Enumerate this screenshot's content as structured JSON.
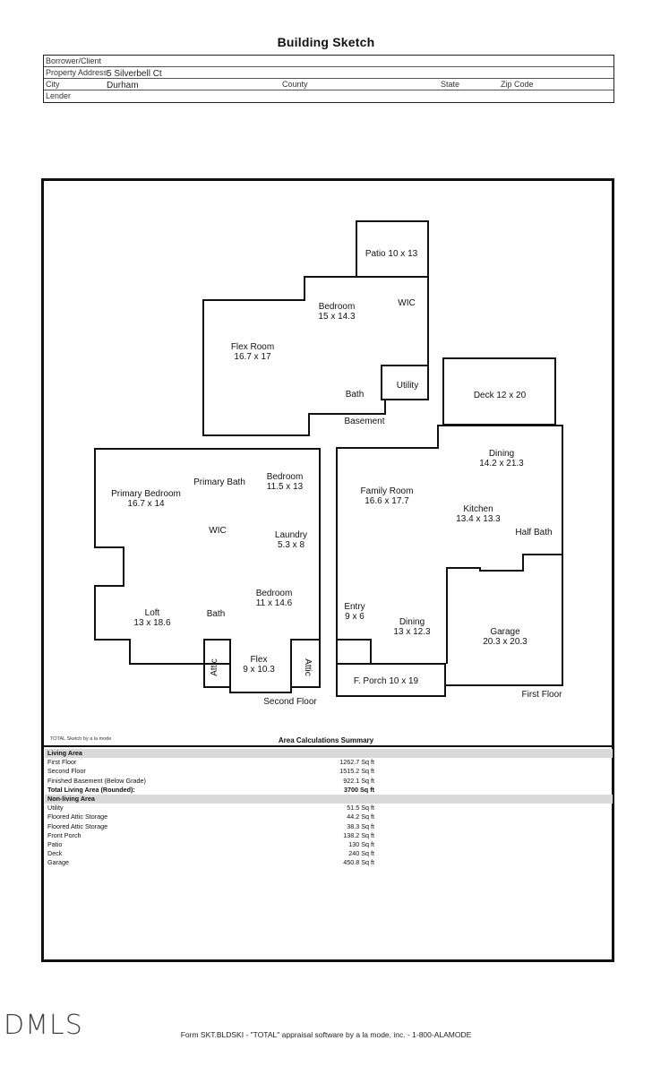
{
  "header": {
    "title": "Building Sketch"
  },
  "info": {
    "borrower_label": "Borrower/Client",
    "borrower_value": "",
    "address_label": "Property Address",
    "address_value": "5 Silverbell Ct",
    "city_label": "City",
    "city_value": "Durham",
    "county_label": "County",
    "state_label": "State",
    "zip_label": "Zip Code",
    "lender_label": "Lender"
  },
  "sketch": {
    "rooms": [
      {
        "id": "patio",
        "lines": [
          "Patio 10 x 13"
        ]
      },
      {
        "id": "bedroom-basement",
        "lines": [
          "Bedroom",
          "15 x 14.3"
        ]
      },
      {
        "id": "wic-basement",
        "lines": [
          "WIC"
        ]
      },
      {
        "id": "flex-room",
        "lines": [
          "Flex Room",
          "16.7 x 17"
        ]
      },
      {
        "id": "utility",
        "lines": [
          "Utility"
        ]
      },
      {
        "id": "bath-basement",
        "lines": [
          "Bath"
        ]
      },
      {
        "id": "deck",
        "lines": [
          "Deck 12 x 20"
        ]
      },
      {
        "id": "basement-label",
        "lines": [
          "Basement"
        ]
      },
      {
        "id": "primary-bedroom",
        "lines": [
          "Primary Bedroom",
          "16.7 x 14"
        ]
      },
      {
        "id": "primary-bath",
        "lines": [
          "Primary Bath"
        ]
      },
      {
        "id": "bedroom-second",
        "lines": [
          "Bedroom",
          "11.5 x 13"
        ]
      },
      {
        "id": "wic-second",
        "lines": [
          "WIC"
        ]
      },
      {
        "id": "laundry",
        "lines": [
          "Laundry",
          "5.3 x 8"
        ]
      },
      {
        "id": "bedroom-second-2",
        "lines": [
          "Bedroom",
          "11 x 14.6"
        ]
      },
      {
        "id": "loft",
        "lines": [
          "Loft",
          "13 x 18.6"
        ]
      },
      {
        "id": "bath-second",
        "lines": [
          "Bath"
        ]
      },
      {
        "id": "flex",
        "lines": [
          "Flex",
          "9 x 10.3"
        ]
      },
      {
        "id": "attic-left",
        "lines": [
          "Attic"
        ]
      },
      {
        "id": "attic-right",
        "lines": [
          "Attic"
        ]
      },
      {
        "id": "second-floor-label",
        "lines": [
          "Second Floor"
        ]
      },
      {
        "id": "dining-first",
        "lines": [
          "Dining",
          "14.2 x 21.3"
        ]
      },
      {
        "id": "family-room",
        "lines": [
          "Family Room",
          "16.6 x 17.7"
        ]
      },
      {
        "id": "kitchen",
        "lines": [
          "Kitchen",
          "13.4 x 13.3"
        ]
      },
      {
        "id": "half-bath",
        "lines": [
          "Half Bath"
        ]
      },
      {
        "id": "entry",
        "lines": [
          "Entry",
          "9 x 6"
        ]
      },
      {
        "id": "dining-second",
        "lines": [
          "Dining",
          "13 x 12.3"
        ]
      },
      {
        "id": "garage",
        "lines": [
          "Garage",
          "20.3 x 20.3"
        ]
      },
      {
        "id": "front-porch",
        "lines": [
          "F. Porch 10 x 19"
        ]
      },
      {
        "id": "first-floor-label",
        "lines": [
          "First Floor"
        ]
      }
    ]
  },
  "summary": {
    "credit": "TOTAL Sketch by a la mode",
    "title": "Area Calculations Summary",
    "living_header": "Living Area",
    "living": [
      {
        "name": "First Floor",
        "value": "1262.7 Sq ft"
      },
      {
        "name": "Second Floor",
        "value": "1515.2 Sq ft"
      },
      {
        "name": "Finished Basement (Below Grade)",
        "value": "922.1 Sq ft"
      }
    ],
    "total": {
      "name": "Total Living Area (Rounded):",
      "value": "3700 Sq ft"
    },
    "nonliving_header": "Non-living Area",
    "nonliving": [
      {
        "name": "Utility",
        "value": "51.5 Sq ft"
      },
      {
        "name": "Floored Attic Storage",
        "value": "44.2 Sq ft"
      },
      {
        "name": "Floored Attic Storage",
        "value": "38.3 Sq ft"
      },
      {
        "name": "Front Porch",
        "value": "138.2 Sq ft"
      },
      {
        "name": "Patio",
        "value": "130 Sq ft"
      },
      {
        "name": "Deck",
        "value": "240 Sq ft"
      },
      {
        "name": "Garage",
        "value": "450.8 Sq ft"
      }
    ]
  },
  "footer": {
    "logo": "DMLS",
    "text": "Form SKT.BLDSKI - \"TOTAL\" appraisal software by a la mode, inc. - 1-800-ALAMODE"
  }
}
